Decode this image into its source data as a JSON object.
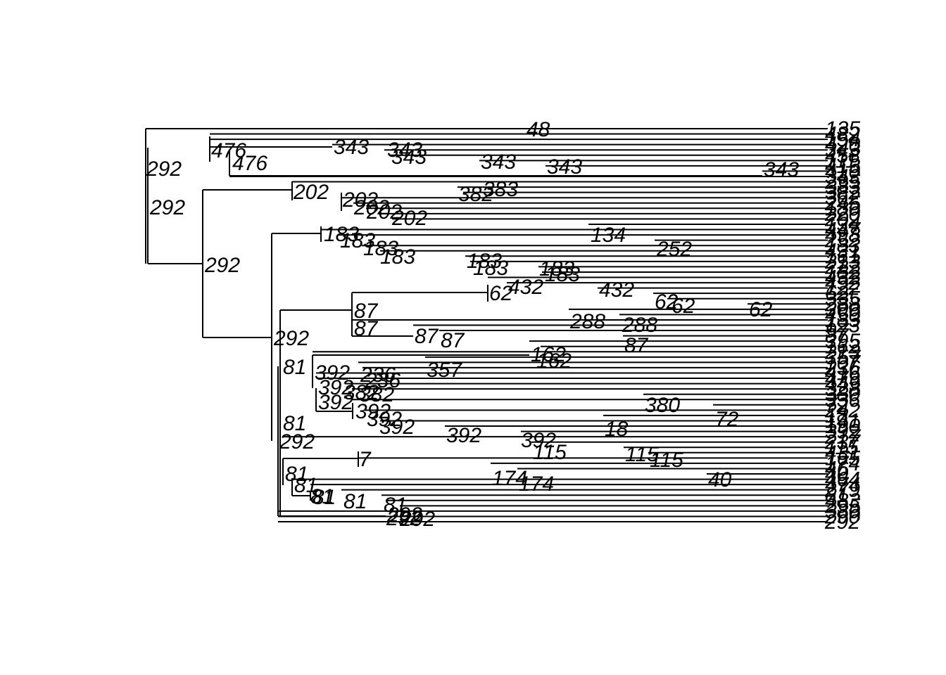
{
  "tree": {
    "title": "",
    "line_color": "#000000",
    "node_labels": [
      "292",
      "292",
      "476",
      "476",
      "292",
      "202",
      "292",
      "81",
      "81",
      "292",
      "81",
      "81",
      "81",
      "292",
      "48",
      "343",
      "343",
      "343",
      "343",
      "343",
      "343",
      "202",
      "202",
      "202",
      "202",
      "383",
      "382",
      "183",
      "183",
      "183",
      "183",
      "134",
      "252",
      "183",
      "183",
      "183",
      "183",
      "87",
      "87",
      "62",
      "432",
      "432",
      "62",
      "62",
      "62",
      "288",
      "288",
      "87",
      "87",
      "87",
      "392",
      "392",
      "392",
      "236",
      "236",
      "357",
      "382",
      "382",
      "162",
      "162",
      "392",
      "392",
      "392",
      "380",
      "72",
      "392",
      "18",
      "392",
      "7",
      "115",
      "115",
      "115",
      "174",
      "174",
      "40",
      "81",
      "81",
      "81",
      "292",
      "292"
    ],
    "tip_labels": [
      "135",
      "482",
      "154",
      "420",
      "343",
      "458",
      "111",
      "413",
      "410",
      "343",
      "295",
      "383",
      "382",
      "362",
      "245",
      "180",
      "220",
      "202",
      "134",
      "447",
      "498",
      "252",
      "183",
      "431",
      "161",
      "213",
      "222",
      "182",
      "432",
      "492",
      "122",
      "62",
      "335",
      "288",
      "300",
      "450",
      "183",
      "123",
      "97",
      "87",
      "395",
      "162",
      "213",
      "357",
      "107",
      "236",
      "416",
      "479",
      "449",
      "328",
      "380",
      "336",
      "72",
      "242",
      "18",
      "141",
      "190",
      "392",
      "217",
      "237",
      "115",
      "431",
      "165",
      "174",
      "46",
      "40",
      "464",
      "474",
      "279",
      "81",
      "483",
      "295",
      "380",
      "290",
      "292"
    ]
  }
}
